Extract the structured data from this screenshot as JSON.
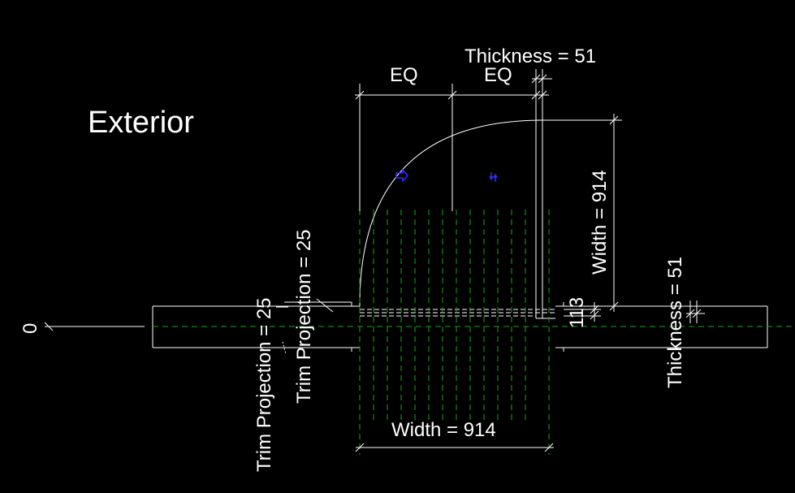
{
  "view": {
    "title": "Exterior",
    "background": "#000000",
    "line_color": "#ffffff",
    "reference_line_color": "#1fa01f",
    "marker_color": "#2d2dff"
  },
  "dimensions": {
    "eq_left": "EQ",
    "eq_right": "EQ",
    "thickness_top": "Thickness = 51",
    "width_right": "Width = 914",
    "width_bottom": "Width = 914",
    "thickness_right": "Thickness = 51",
    "trim_projection_left": "Trim Projection = 25",
    "trim_projection_inner": "Trim Projection = 25",
    "offset_113": "113",
    "zero": "0"
  },
  "markers": {
    "flip_left": "flip-control-icon",
    "flip_right": "flip-control-icon"
  }
}
